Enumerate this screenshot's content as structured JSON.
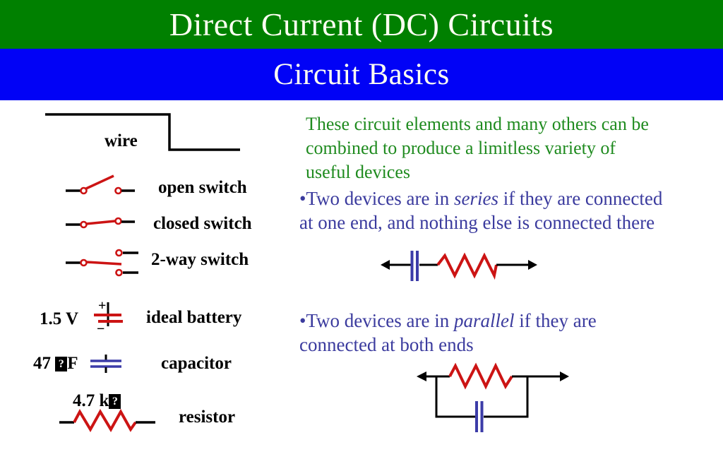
{
  "slide": {
    "title": "Direct Current (DC) Circuits",
    "subtitle": "Circuit Basics"
  },
  "legend": {
    "wire_label": "wire",
    "open_switch_label": "open switch",
    "closed_switch_label": "closed switch",
    "two_way_switch_label": "2-way switch",
    "ideal_battery_label": "ideal battery",
    "capacitor_label": "capacitor",
    "resistor_label": "resistor",
    "battery_value": "1.5 V",
    "battery_plus": "+",
    "battery_minus": "−",
    "capacitor_value": {
      "prefix": "47 ",
      "box": "?",
      "suffix": "F"
    },
    "resistor_value": {
      "prefix": "4.7 k",
      "box": "?",
      "suffix": ""
    }
  },
  "content": {
    "intro_lines": [
      "These circuit elements and many others can be",
      "combined to produce a limitless variety of",
      "useful devices"
    ],
    "series_bullet": {
      "line1_pre": "•Two devices are in ",
      "line1_em": "series",
      "line1_post": " if they are connected",
      "line2": "at one end, and nothing else is connected there"
    },
    "parallel_bullet": {
      "line1_pre": "•Two devices are in ",
      "line1_em": "parallel",
      "line1_post": " if they are",
      "line2": "connected at both ends"
    }
  },
  "colors": {
    "banner_green": "#008000",
    "banner_blue": "#0102F6",
    "body_text_green": "#1F8B1F",
    "body_text_blue": "#3B3B9E",
    "symbol_red": "#CC1414",
    "symbol_blue": "#3C3CA8",
    "ink_black": "#000000"
  }
}
